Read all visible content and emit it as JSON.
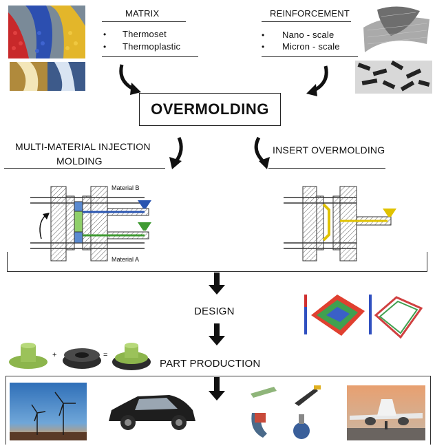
{
  "matrix": {
    "title": "MATRIX",
    "items": [
      "Thermoset",
      "Thermoplastic"
    ]
  },
  "reinforcement": {
    "title": "REINFORCEMENT",
    "items": [
      "Nano - scale",
      "Micron - scale"
    ]
  },
  "center": {
    "title": "OVERMOLDING"
  },
  "branches": {
    "left_line1": "MULTI-MATERIAL INJECTION",
    "left_line2": "MOLDING",
    "right": "INSERT OVERMOLDING"
  },
  "mold_left": {
    "material_b": "Material B",
    "material_a": "Material A"
  },
  "steps": {
    "design": "DESIGN",
    "production": "PART PRODUCTION"
  },
  "part_equation": {
    "plus": "+",
    "equals": "="
  },
  "colors": {
    "gear_green": "#9bc25a",
    "gear_dark": "#3a3a3a",
    "sky_blue": "#3b78b8",
    "car_black": "#1e1e1e"
  },
  "icons": [
    "granules-image",
    "resin-pour-image",
    "nanosheet-image",
    "fiber-chips-image",
    "wind-turbine-image",
    "car-image",
    "tools-image",
    "airplane-image"
  ]
}
